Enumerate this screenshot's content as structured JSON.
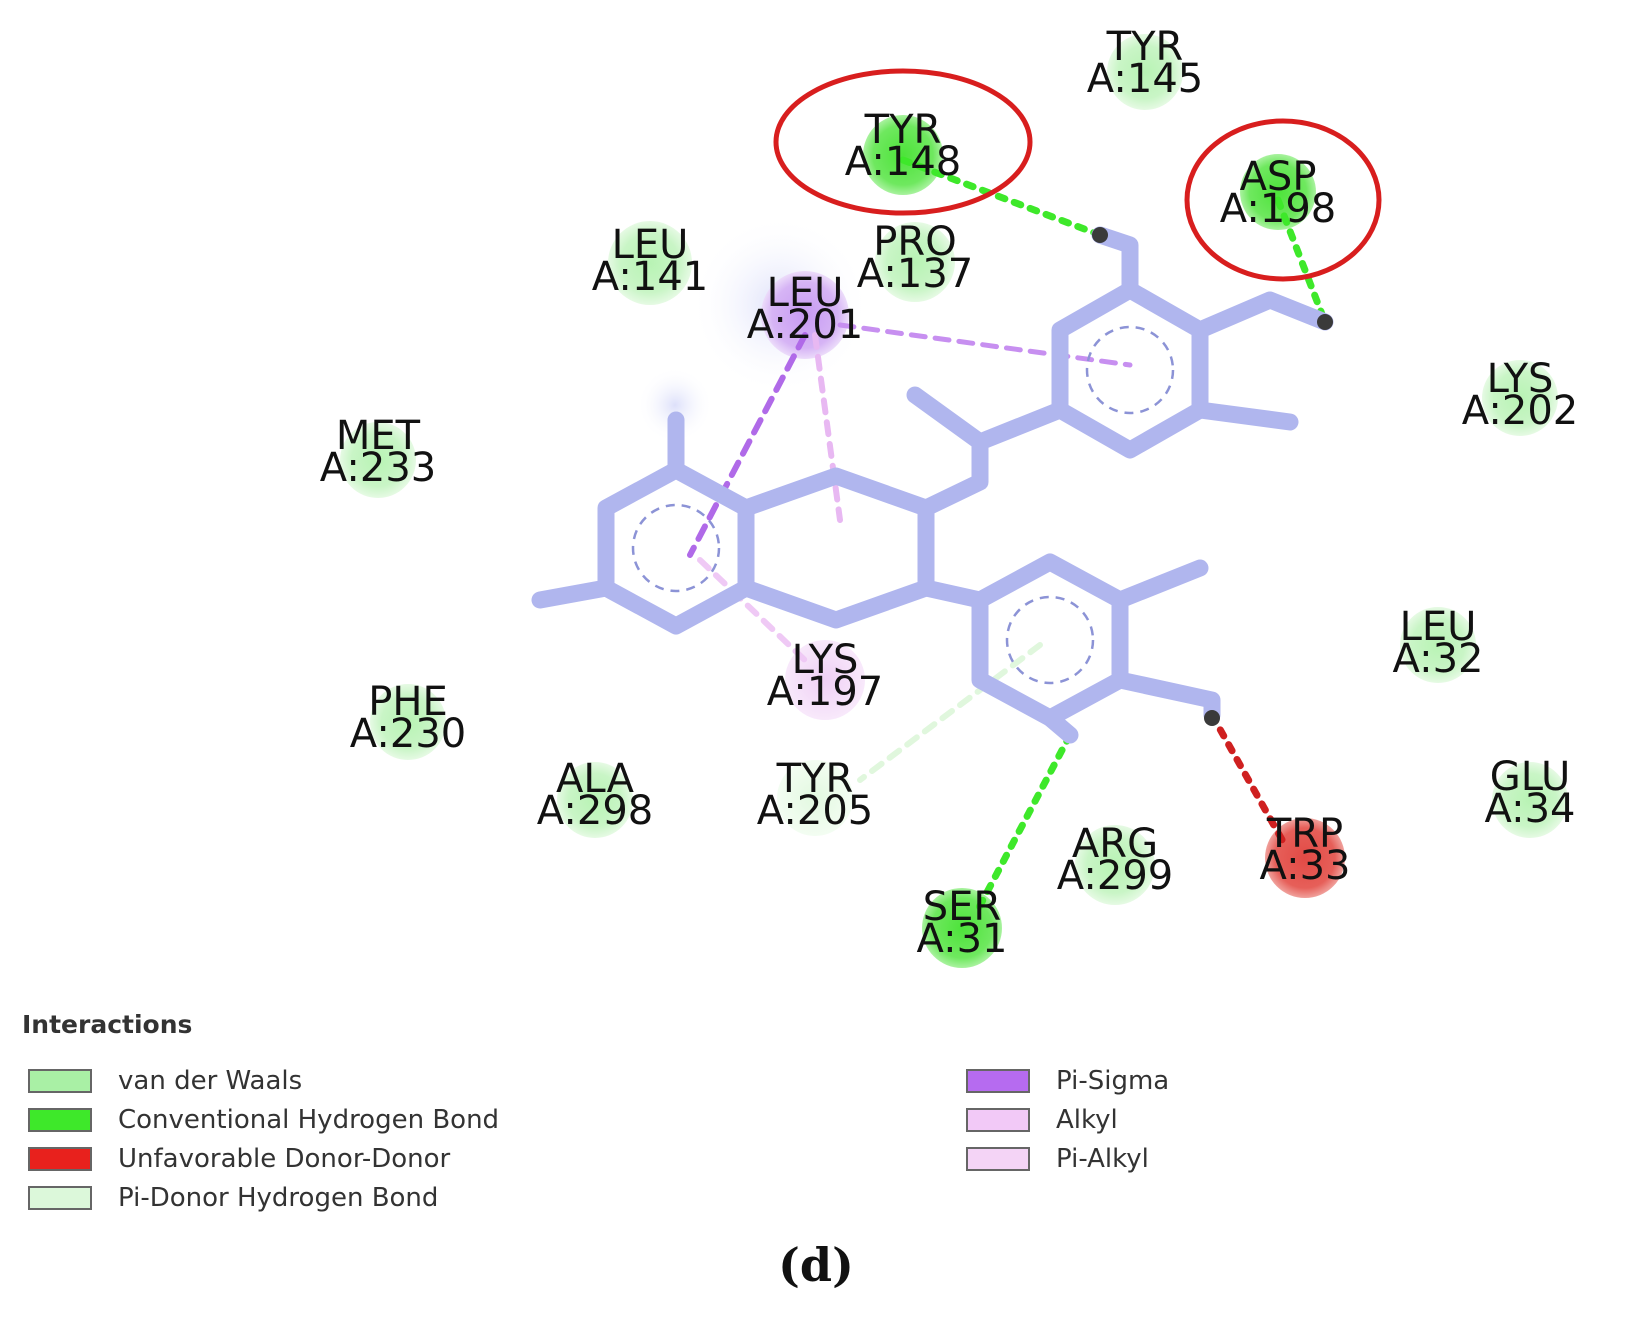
{
  "residues": [
    {
      "name": "TYR",
      "id": "A:145",
      "type": "van-der-waals",
      "circled": false
    },
    {
      "name": "TYR",
      "id": "A:148",
      "type": "conventional-h-bond",
      "circled": true
    },
    {
      "name": "ASP",
      "id": "A:198",
      "type": "conventional-h-bond",
      "circled": true
    },
    {
      "name": "LEU",
      "id": "A:141",
      "type": "van-der-waals",
      "circled": false
    },
    {
      "name": "PRO",
      "id": "A:137",
      "type": "van-der-waals",
      "circled": false
    },
    {
      "name": "LEU",
      "id": "A:201",
      "type": "pi-sigma",
      "circled": false
    },
    {
      "name": "LYS",
      "id": "A:202",
      "type": "van-der-waals",
      "circled": false
    },
    {
      "name": "MET",
      "id": "A:233",
      "type": "van-der-waals",
      "circled": false
    },
    {
      "name": "LEU",
      "id": "A:32",
      "type": "van-der-waals",
      "circled": false
    },
    {
      "name": "LYS",
      "id": "A:197",
      "type": "alkyl",
      "circled": false
    },
    {
      "name": "PHE",
      "id": "A:230",
      "type": "van-der-waals",
      "circled": false
    },
    {
      "name": "ALA",
      "id": "A:298",
      "type": "van-der-waals",
      "circled": false
    },
    {
      "name": "TYR",
      "id": "A:205",
      "type": "pi-donor-h-bond",
      "circled": false
    },
    {
      "name": "GLU",
      "id": "A:34",
      "type": "van-der-waals",
      "circled": false
    },
    {
      "name": "ARG",
      "id": "A:299",
      "type": "van-der-waals",
      "circled": false
    },
    {
      "name": "TRP",
      "id": "A:33",
      "type": "unfavorable-donor-donor",
      "circled": false
    },
    {
      "name": "SER",
      "id": "A:31",
      "type": "conventional-h-bond",
      "circled": false
    }
  ],
  "legend": {
    "title": "Interactions",
    "items": [
      {
        "label": "van der Waals",
        "color": "#a9f0a5"
      },
      {
        "label": "Conventional Hydrogen Bond",
        "color": "#3ee82a"
      },
      {
        "label": "Unfavorable Donor-Donor",
        "color": "#e8211d"
      },
      {
        "label": "Pi-Donor Hydrogen Bond",
        "color": "#dcf8da"
      },
      {
        "label": "Pi-Sigma",
        "color": "#b66bf0"
      },
      {
        "label": "Alkyl",
        "color": "#f2c9f7"
      },
      {
        "label": "Pi-Alkyl",
        "color": "#f4d4f6"
      }
    ]
  },
  "colors": {
    "ligand": "#b0b6ee",
    "highlight_ring": "#d81e1e"
  },
  "caption": "(d)"
}
